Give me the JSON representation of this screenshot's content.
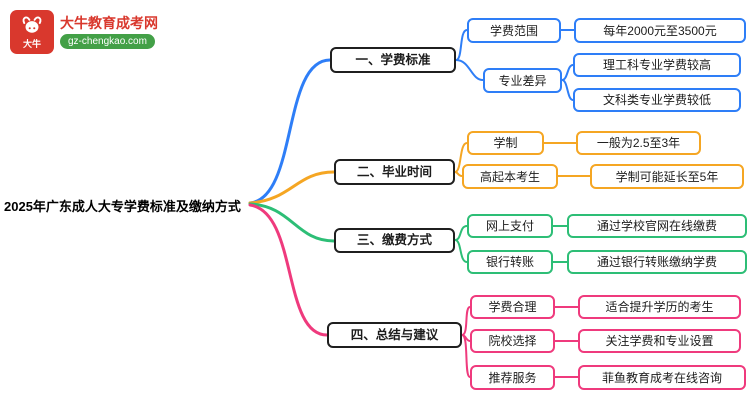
{
  "logo": {
    "badge_text": "大牛",
    "site_name": "大牛教育成考网",
    "site_domain": "gz-chengkao.com"
  },
  "root": {
    "label": "2025年广东成人大专学费标准及缴纳方式"
  },
  "colors": {
    "branch1_blue": "#2e7ef7",
    "branch2_orange": "#f5a623",
    "branch3_green": "#2dbe76",
    "branch4_pink": "#ef3a7d",
    "main_node_border": "#1f1f1f",
    "logo_red": "#d9382d",
    "logo_green": "#43a047"
  },
  "branches": [
    {
      "label": "一、学费标准",
      "children": [
        {
          "label": "学费范围",
          "leaves": [
            "每年2000元至3500元"
          ]
        },
        {
          "label": "专业差异",
          "leaves": [
            "理工科专业学费较高",
            "文科类专业学费较低"
          ]
        }
      ]
    },
    {
      "label": "二、毕业时间",
      "children": [
        {
          "label": "学制",
          "leaves": [
            "一般为2.5至3年"
          ]
        },
        {
          "label": "高起本考生",
          "leaves": [
            "学制可能延长至5年"
          ]
        }
      ]
    },
    {
      "label": "三、缴费方式",
      "children": [
        {
          "label": "网上支付",
          "leaves": [
            "通过学校官网在线缴费"
          ]
        },
        {
          "label": "银行转账",
          "leaves": [
            "通过银行转账缴纳学费"
          ]
        }
      ]
    },
    {
      "label": "四、总结与建议",
      "children": [
        {
          "label": "学费合理",
          "leaves": [
            "适合提升学历的考生"
          ]
        },
        {
          "label": "院校选择",
          "leaves": [
            "关注学费和专业设置"
          ]
        },
        {
          "label": "推荐服务",
          "leaves": [
            "菲鱼教育成考在线咨询"
          ]
        }
      ]
    }
  ]
}
